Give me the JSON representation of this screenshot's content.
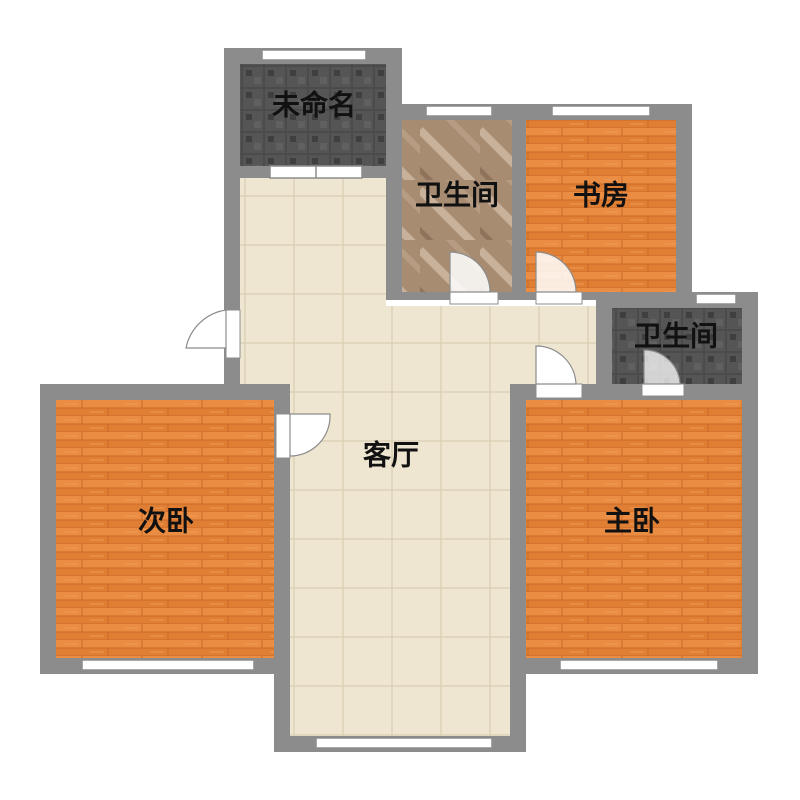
{
  "rooms": {
    "unnamed": {
      "label": "未命名"
    },
    "bath1": {
      "label": "卫生间"
    },
    "study": {
      "label": "书房"
    },
    "bath2": {
      "label": "卫生间"
    },
    "living": {
      "label": "客厅"
    },
    "second_bedroom": {
      "label": "次卧"
    },
    "master_bedroom": {
      "label": "主卧"
    }
  },
  "colors": {
    "wall": "#8c8c8c",
    "wood": "#e98a3e",
    "wood_dark": "#d9732a",
    "tile": "#efe6d2",
    "tile_line": "#d8ccb2",
    "marble": "#a88c72",
    "slate": "#4b4b4b"
  }
}
